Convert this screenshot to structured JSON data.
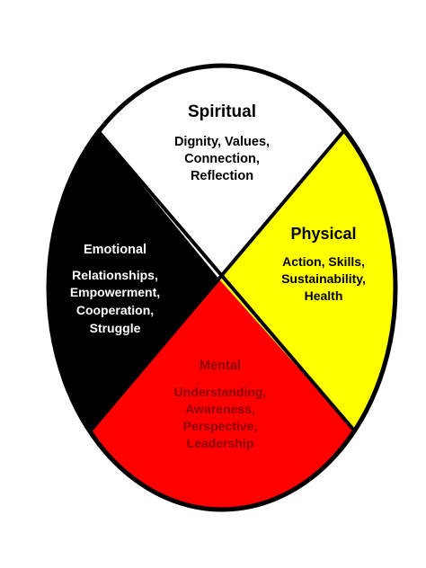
{
  "colors": {
    "spiritual": "#ffffff",
    "physical": "#ffff00",
    "mental": "#ff0000",
    "emotional": "#000000",
    "outline": "#000000"
  },
  "quadrants": {
    "spiritual": {
      "title": "Spiritual",
      "lines": [
        "Dignity, Values,",
        "Connection,",
        "Reflection"
      ],
      "text_color": "#000000"
    },
    "physical": {
      "title": "Physical",
      "lines": [
        "Action, Skills,",
        "Sustainability,",
        "Health"
      ],
      "text_color": "#000000"
    },
    "mental": {
      "title": "Mental",
      "lines": [
        "Understanding,",
        "Awareness,",
        "Perspective,",
        "Leadership"
      ],
      "text_color": "#8b0000"
    },
    "emotional": {
      "title": "Emotional",
      "lines": [
        "Relationships,",
        "Empowerment,",
        "Cooperation,",
        "Struggle"
      ],
      "text_color": "#ffffff"
    }
  }
}
